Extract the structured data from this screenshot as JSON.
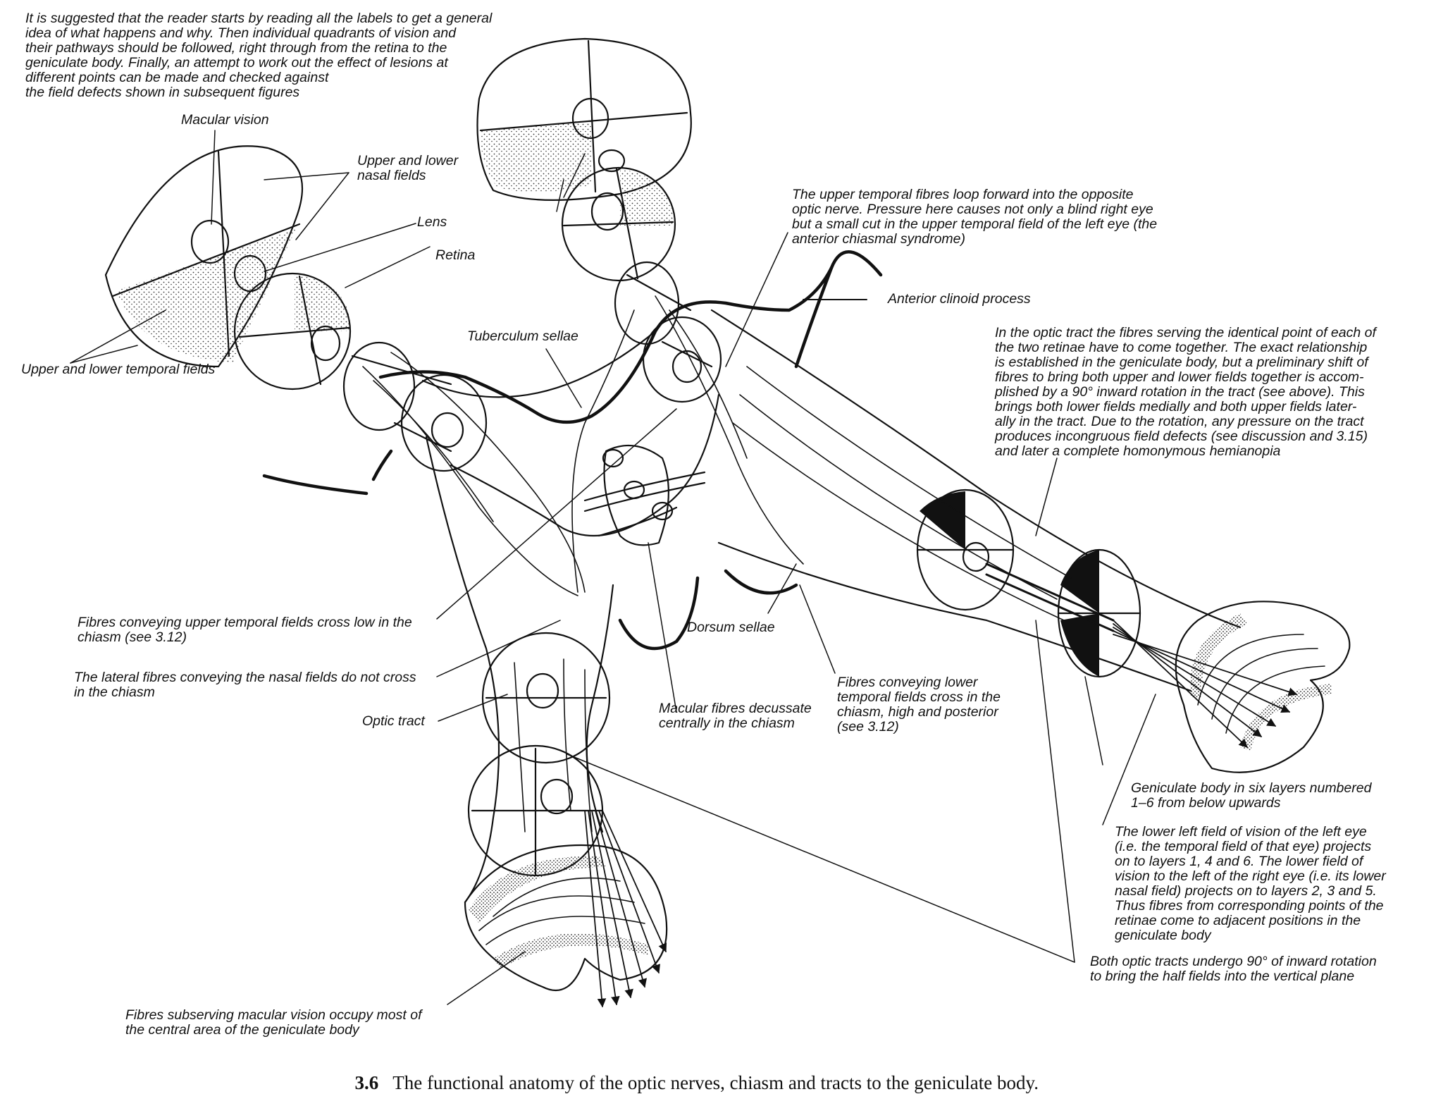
{
  "labels": {
    "intro": "It is suggested that the reader starts by reading all the labels to get a general\nidea of what happens and why. Then individual quadrants of vision and\ntheir pathways should be followed, right through from the retina to the\ngeniculate body. Finally, an attempt to work out the effect of lesions at\ndifferent points can be made and checked against\nthe field defects shown in subsequent figures",
    "macular_vision": "Macular vision",
    "upper_lower_nasal": "Upper and lower\nnasal fields",
    "lens": "Lens",
    "retina": "Retina",
    "upper_lower_temporal": "Upper and lower temporal fields",
    "tuberculum_sellae": "Tuberculum sellae",
    "upper_temporal_loop": "The upper temporal fibres loop forward into the opposite\noptic nerve. Pressure here causes not only a blind right eye\nbut a small cut in the upper temporal field of the left eye (the\nanterior chiasmal syndrome)",
    "anterior_clinoid": "Anterior clinoid process",
    "optic_tract_rotation": "In the optic tract the fibres serving the identical point of each of\nthe two retinae have to come together. The exact relationship\nis established in the geniculate body, but a preliminary shift of\nfibres to bring both upper and lower fields together is accom-\nplished by a 90° inward rotation in the tract (see above). This\nbrings both lower fields medially and both upper fields later-\nally in the tract. Due to the rotation, any pressure on the tract\nproduces incongruous field defects (see discussion and 3.15)\nand later a complete homonymous hemianopia",
    "upper_temporal_cross_low": "Fibres conveying upper temporal fields cross low in the\nchiasm (see 3.12)",
    "lateral_nasal": "The lateral fibres conveying the nasal fields do not cross\nin the chiasm",
    "optic_tract": "Optic tract",
    "dorsum_sellae": "Dorsum sellae",
    "macular_decussate": "Macular fibres decussate\ncentrally in the chiasm",
    "lower_temporal_cross": "Fibres conveying lower\ntemporal fields cross in the\nchiasm, high and posterior\n(see 3.12)",
    "geniculate_six_layers": "Geniculate body in six layers numbered\n1–6 from below upwards",
    "lower_left_field": "The lower left field of vision of the left eye\n(i.e. the temporal field of that eye) projects\non to layers 1, 4 and 6. The lower field of\nvision to the left of the right eye (i.e. its lower\nnasal field) projects on to layers 2, 3 and 5.\nThus fibres from corresponding points of the\nretinae come to adjacent positions in the\ngeniculate body",
    "both_tracts_rotation": "Both optic tracts undergo 90° of inward rotation\nto bring the half fields into the vertical plane",
    "macular_geniculate": "Fibres subserving macular vision occupy most of\nthe central area of the geniculate body"
  },
  "caption": {
    "number": "3.6",
    "text": "The functional anatomy of the optic nerves, chiasm and tracts to the geniculate body."
  }
}
